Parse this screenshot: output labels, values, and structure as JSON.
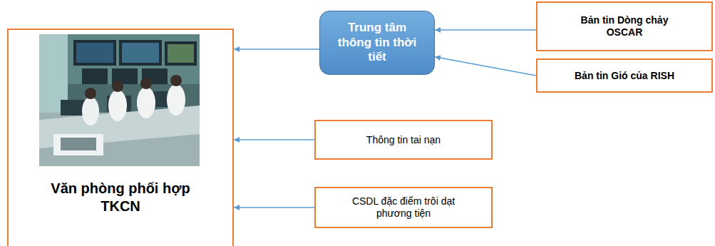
{
  "diagram": {
    "nodes": [
      {
        "text": [
          "Văn phòng phối hợp TKCN"
        ]
      },
      {
        "text": [
          "Trung tâm thông tin thời tiết"
        ]
      },
      {
        "text": [
          "Bản tin Dòng chảy OSCAR"
        ]
      },
      {
        "text": [
          "Bản tin Gió của RISH"
        ]
      },
      {
        "text": [
          "Thông tin tai nạn"
        ]
      },
      {
        "text": [
          "CSDL đặc điểm trôi dạt phương tiện"
        ]
      }
    ],
    "edges": [
      {
        "from": 2,
        "to": 1,
        "arrow": "to"
      },
      {
        "from": 3,
        "to": 1,
        "arrow": "to"
      },
      {
        "from": 1,
        "to": 0,
        "arrow": "to"
      },
      {
        "from": 4,
        "to": 0,
        "arrow": "to"
      },
      {
        "from": 5,
        "to": 0,
        "arrow": "to"
      }
    ]
  }
}
